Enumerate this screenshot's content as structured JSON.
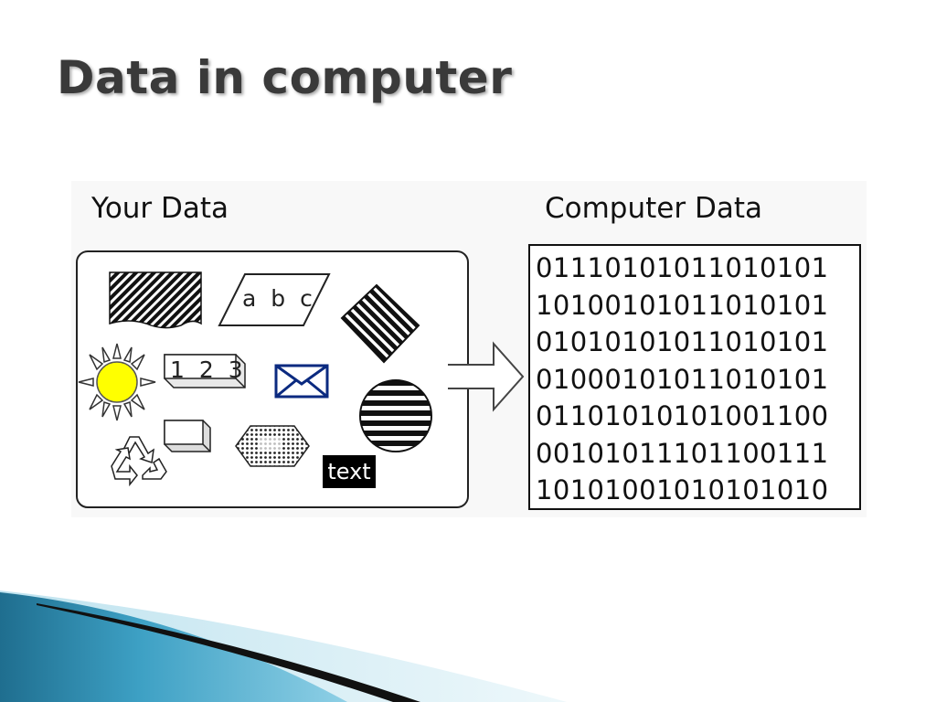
{
  "slide": {
    "title": "Data in computer"
  },
  "figure": {
    "left_heading": "Your Data",
    "right_heading": "Computer Data",
    "shape_labels": {
      "abc": "a b c",
      "numbers": "1 2 3",
      "text_chip": "text"
    },
    "binary_lines": [
      "01110101011010101",
      "10100101011010101",
      "01010101011010101",
      "01000101011010101",
      "01101010101001100",
      "00101011101100111",
      "10101001010101010"
    ]
  },
  "colors": {
    "title": "#3a3a3a",
    "sun": "#ffff00",
    "envelope": "#0b2a80",
    "footer_blue": "#2f8fb3"
  }
}
